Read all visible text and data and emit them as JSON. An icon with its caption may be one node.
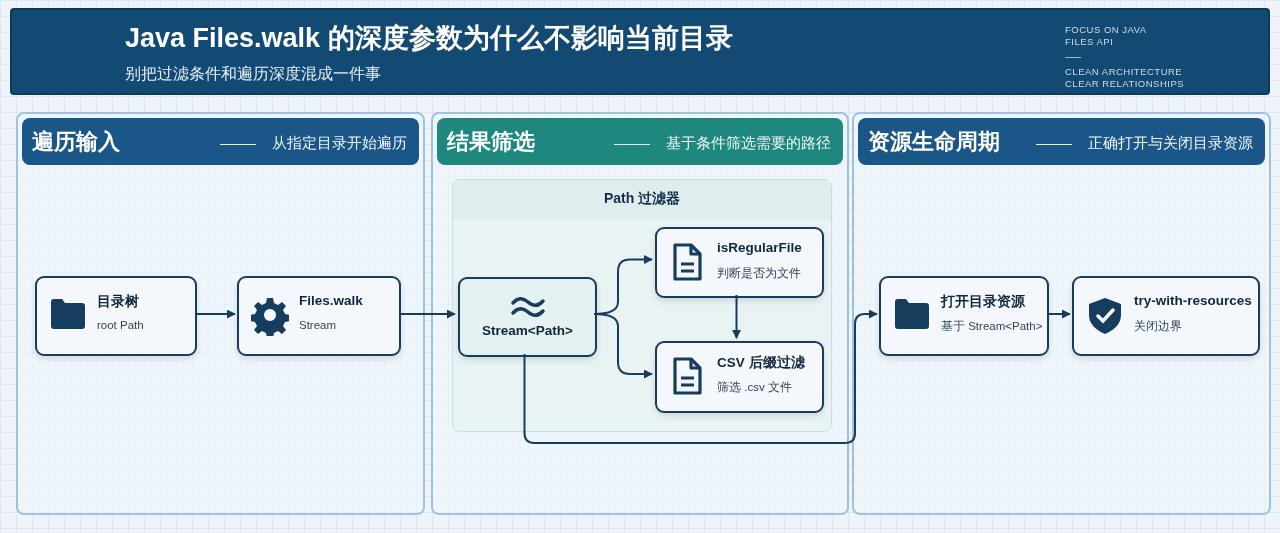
{
  "diagram": {
    "title": "Java Files.walk 的深度参数为什么不影响当前目录",
    "nodes": [
      {
        "text": [
          "遍历输入",
          "从指定目录开始遍历"
        ]
      },
      {
        "text": [
          "目录树",
          "root Path"
        ],
        "in": 0
      },
      {
        "text": [
          "Files.walk",
          "Stream"
        ],
        "in": 0
      },
      {
        "text": [
          "结果筛选",
          "基于条件筛选需要的路径"
        ]
      },
      {
        "text": [
          "Path 过滤器"
        ],
        "in": 3
      },
      {
        "text": [
          "Stream<Path>"
        ],
        "in": 4
      },
      {
        "text": [
          "isRegularFile",
          "判断是否为文件"
        ],
        "in": 4
      },
      {
        "text": [
          "CSV 后缀过滤",
          "筛选 .csv 文件"
        ],
        "in": 4
      },
      {
        "text": [
          "资源生命周期",
          "正确打开与关闭目录资源"
        ]
      },
      {
        "text": [
          "打开目录资源",
          "基于 Stream<Path>"
        ],
        "in": 8
      },
      {
        "text": [
          "try-with-resources",
          "关闭边界"
        ],
        "in": 8
      }
    ],
    "edges": [
      {
        "from": 1,
        "to": 2,
        "arrow": "to"
      },
      {
        "from": 2,
        "to": 5,
        "arrow": "to"
      },
      {
        "from": 5,
        "to": 6,
        "arrow": "to"
      },
      {
        "from": 5,
        "to": 7,
        "arrow": "to"
      },
      {
        "from": 6,
        "to": 7,
        "arrow": "to"
      },
      {
        "from": 5,
        "to": 9,
        "arrow": "to"
      },
      {
        "from": 9,
        "to": 10,
        "arrow": "to"
      }
    ],
    "labels": [
      "别把过滤条件和遍历深度混成一件事",
      "FOCUS ON JAVA FILES API",
      "CLEAN ARCHITECTURE CLEAR RELATIONSHIPS"
    ]
  }
}
